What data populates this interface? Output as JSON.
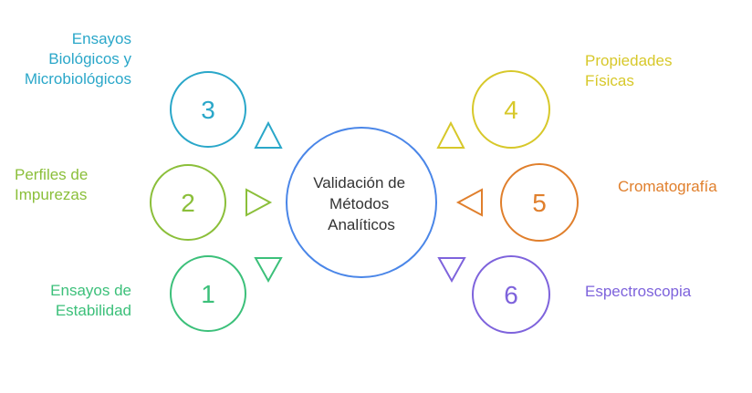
{
  "center": {
    "lines": [
      "Validación de",
      "Métodos",
      "Analíticos"
    ],
    "color": "#4a86e8"
  },
  "nodes": [
    {
      "number": "3",
      "color": "#2aa7c9",
      "lines": [
        "Ensayos",
        "Biológicos y",
        "Microbiológicos"
      ]
    },
    {
      "number": "2",
      "color": "#8bbf3a",
      "lines": [
        "Perfiles de",
        "Impurezas"
      ]
    },
    {
      "number": "1",
      "color": "#3cc07a",
      "lines": [
        "Ensayos de",
        "Estabilidad"
      ]
    },
    {
      "number": "4",
      "color": "#d7c82a",
      "lines": [
        "Propiedades",
        "Físicas"
      ]
    },
    {
      "number": "5",
      "color": "#e07f2c",
      "lines": [
        "Cromatografía"
      ]
    },
    {
      "number": "6",
      "color": "#7e63dc",
      "lines": [
        "Espectroscopia"
      ]
    }
  ]
}
